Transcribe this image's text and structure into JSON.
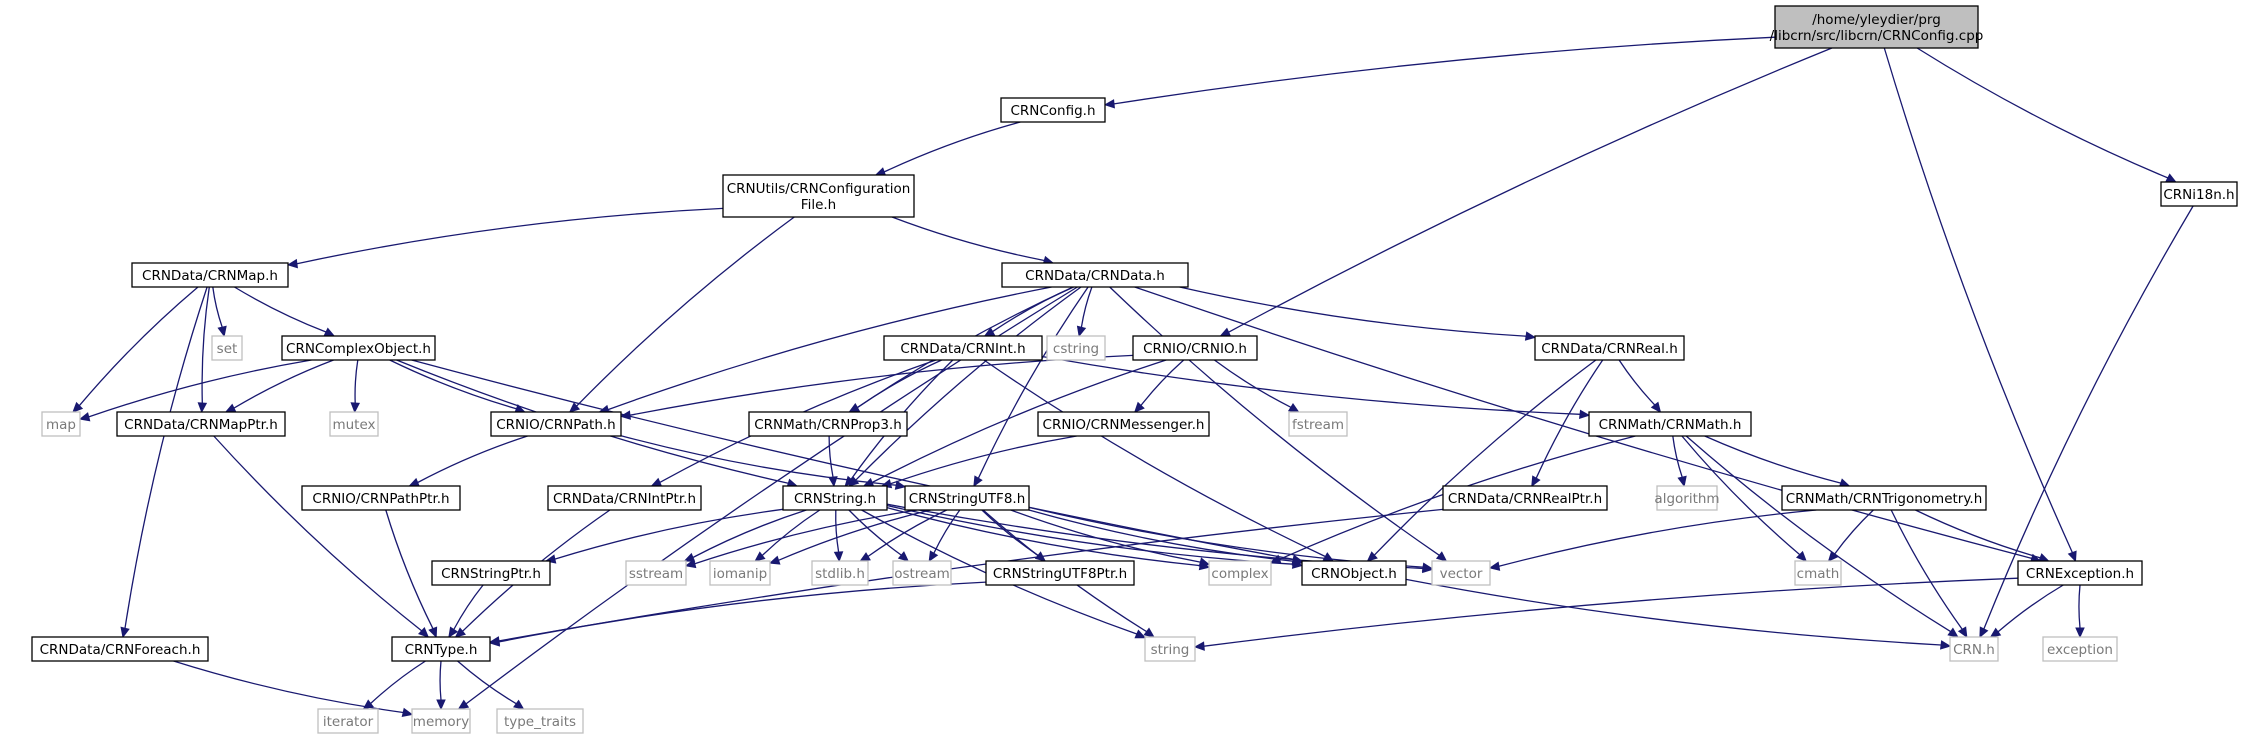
{
  "colors": {
    "edge": "#191970",
    "root_fill": "#bfbfbf",
    "node_border": "#000000",
    "external_border": "#bfbfbf",
    "external_text": "#7a7a7a"
  },
  "nodes": {
    "root": [
      "/home/yleydier/prg",
      "/libcrn/src/libcrn/CRNConfig.cpp"
    ],
    "crnconfig_h": [
      "CRNConfig.h"
    ],
    "crnutils_config": [
      "CRNUtils/CRNConfiguration",
      "File.h"
    ],
    "crni18n": [
      "CRNi18n.h"
    ],
    "crnmap": [
      "CRNData/CRNMap.h"
    ],
    "crndata": [
      "CRNData/CRNData.h"
    ],
    "set": [
      "set"
    ],
    "cstring": [
      "cstring"
    ],
    "complexobject": [
      "CRNComplexObject.h"
    ],
    "crnint": [
      "CRNData/CRNInt.h"
    ],
    "crnio": [
      "CRNIO/CRNIO.h"
    ],
    "crnreal": [
      "CRNData/CRNReal.h"
    ],
    "map": [
      "map"
    ],
    "mapptr": [
      "CRNData/CRNMapPtr.h"
    ],
    "mutex": [
      "mutex"
    ],
    "crnpath": [
      "CRNIO/CRNPath.h"
    ],
    "prop3": [
      "CRNMath/CRNProp3.h"
    ],
    "messenger": [
      "CRNIO/CRNMessenger.h"
    ],
    "fstream": [
      "fstream"
    ],
    "crnmath": [
      "CRNMath/CRNMath.h"
    ],
    "pathptr": [
      "CRNIO/CRNPathPtr.h"
    ],
    "intptr": [
      "CRNData/CRNIntPtr.h"
    ],
    "crnstring": [
      "CRNString.h"
    ],
    "stringutf8": [
      "CRNStringUTF8.h"
    ],
    "realptr": [
      "CRNData/CRNRealPtr.h"
    ],
    "algorithm": [
      "algorithm"
    ],
    "trig": [
      "CRNMath/CRNTrigonometry.h"
    ],
    "sstream": [
      "sstream"
    ],
    "iomanip": [
      "iomanip"
    ],
    "stdlib": [
      "stdlib.h"
    ],
    "ostream": [
      "ostream"
    ],
    "complex": [
      "complex"
    ],
    "crnobject": [
      "CRNObject.h"
    ],
    "vector": [
      "vector"
    ],
    "cmath": [
      "cmath"
    ],
    "exception_h": [
      "CRNException.h"
    ],
    "stringptr": [
      "CRNStringPtr.h"
    ],
    "utf8ptr": [
      "CRNStringUTF8Ptr.h"
    ],
    "foreach": [
      "CRNData/CRNForeach.h"
    ],
    "crntype": [
      "CRNType.h"
    ],
    "string": [
      "string"
    ],
    "crn_h": [
      "CRN.h"
    ],
    "exception": [
      "exception"
    ],
    "iterator": [
      "iterator"
    ],
    "memory": [
      "memory"
    ],
    "type_traits": [
      "type_traits"
    ]
  }
}
